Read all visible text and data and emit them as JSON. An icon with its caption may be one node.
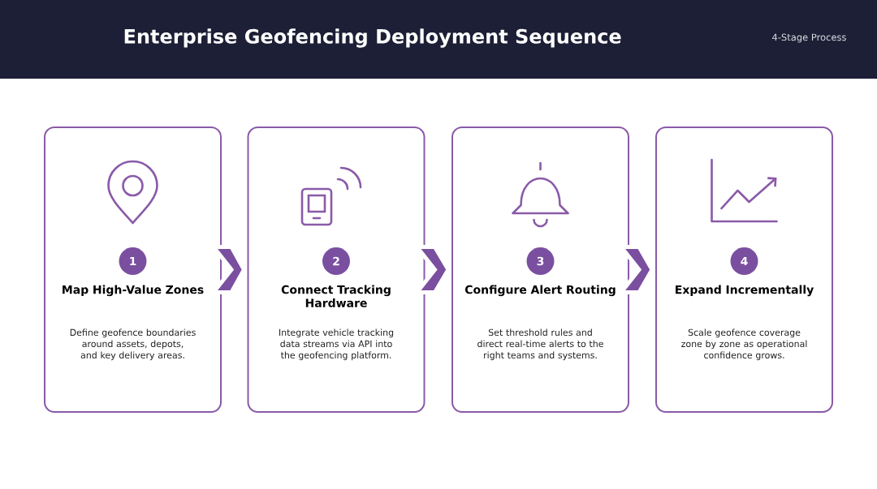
{
  "diagram": {
    "title": "Enterprise Geofencing Deployment Sequence",
    "nodes": [
      {
        "text": [
          "1",
          "Map High-Value Zones",
          "Define geofence boundaries around assets, depots, and key delivery areas."
        ]
      },
      {
        "text": [
          "2",
          "Connect Tracking Hardware",
          "Integrate vehicle tracking data streams via API into the geofencing platform."
        ]
      },
      {
        "text": [
          "3",
          "Configure Alert Routing",
          "Set threshold rules and direct real-time alerts to the right teams and systems."
        ]
      },
      {
        "text": [
          "4",
          "Expand Incrementally",
          "Scale geofence coverage zone by zone as operational confidence grows."
        ]
      }
    ],
    "edges": [
      {
        "from": 0,
        "to": 1,
        "arrow": "to"
      },
      {
        "from": 1,
        "to": 2,
        "arrow": "to"
      },
      {
        "from": 2,
        "to": 3,
        "arrow": "to"
      }
    ],
    "labels": [
      "4-Stage Process"
    ]
  }
}
